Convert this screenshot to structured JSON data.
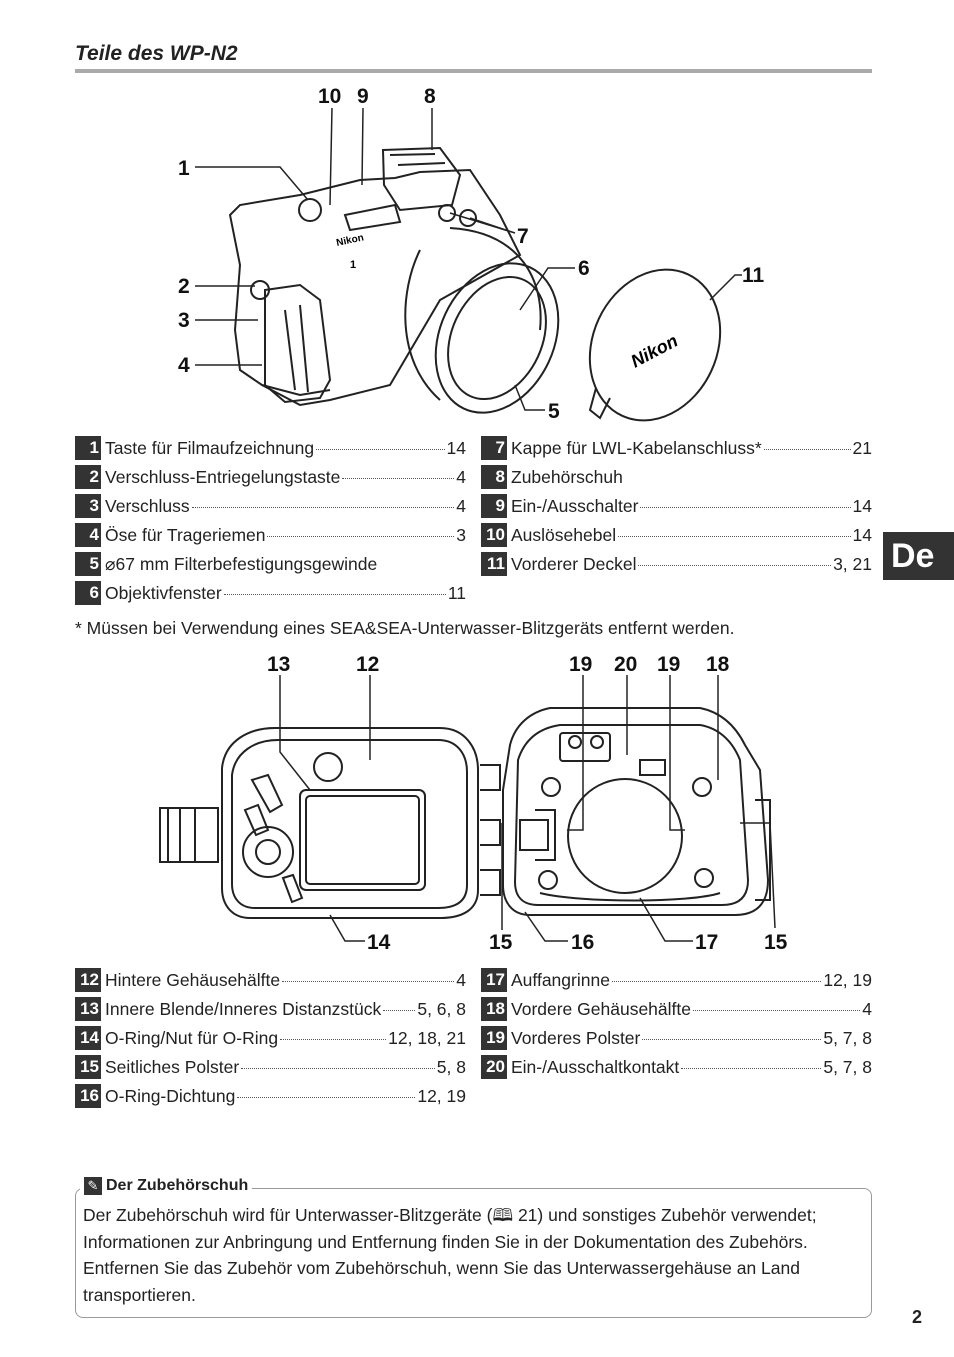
{
  "section_title": "Teile des WP-N2",
  "language_tab": "De",
  "page_number": "2",
  "figure1_callouts": {
    "c1": "1",
    "c2": "2",
    "c3": "3",
    "c4": "4",
    "c5": "5",
    "c6": "6",
    "c7": "7",
    "c8": "8",
    "c9": "9",
    "c10": "10",
    "c11": "11",
    "brand": "Nikon",
    "brand_cap": "Nikon",
    "model": "1"
  },
  "parts_a_left": [
    {
      "num": "1",
      "label": "Taste für Filmaufzeichnung",
      "page": "14"
    },
    {
      "num": "2",
      "label": "Verschluss-Entriegelungstaste",
      "page": "4"
    },
    {
      "num": "3",
      "label": "Verschluss",
      "page": "4"
    },
    {
      "num": "4",
      "label": "Öse für Trageriemen",
      "page": "3"
    },
    {
      "num": "5",
      "label": "⌀67 mm Filterbefestigungsgewinde",
      "page": ""
    },
    {
      "num": "6",
      "label": "Objektivfenster",
      "page": "11"
    }
  ],
  "parts_a_right": [
    {
      "num": "7",
      "label": "Kappe für LWL-Kabelanschluss*",
      "page": "21"
    },
    {
      "num": "8",
      "label": "Zubehörschuh",
      "page": ""
    },
    {
      "num": "9",
      "label": "Ein-/Ausschalter",
      "page": "14"
    },
    {
      "num": "10",
      "label": "Auslösehebel",
      "page": "14"
    },
    {
      "num": "11",
      "label": "Vorderer Deckel",
      "page": "3, 21"
    }
  ],
  "footnote": "* Müssen bei Verwendung eines SEA&SEA-Unterwasser-Blitzgeräts entfernt werden.",
  "figure2_callouts": {
    "c13": "13",
    "c12": "12",
    "c19a": "19",
    "c20": "20",
    "c19b": "19",
    "c18": "18",
    "c14": "14",
    "c15a": "15",
    "c16": "16",
    "c17": "17",
    "c15b": "15"
  },
  "parts_b_left": [
    {
      "num": "12",
      "label": "Hintere Gehäusehälfte",
      "page": "4"
    },
    {
      "num": "13",
      "label": "Innere Blende/Inneres Distanzstück",
      "page": "5, 6, 8"
    },
    {
      "num": "14",
      "label": "O-Ring/Nut für O-Ring",
      "page": "12, 18, 21"
    },
    {
      "num": "15",
      "label": "Seitliches Polster",
      "page": "5, 8"
    },
    {
      "num": "16",
      "label": "O-Ring-Dichtung",
      "page": "12, 19"
    }
  ],
  "parts_b_right": [
    {
      "num": "17",
      "label": "Auffangrinne",
      "page": "12, 19"
    },
    {
      "num": "18",
      "label": "Vordere Gehäusehälfte",
      "page": "4"
    },
    {
      "num": "19",
      "label": "Vorderes Polster",
      "page": "5, 7, 8"
    },
    {
      "num": "20",
      "label": "Ein-/Ausschaltkontakt",
      "page": "5, 7, 8"
    }
  ],
  "note": {
    "icon": "pencil-note-icon",
    "title": "Der Zubehörschuh",
    "body": "Der Zubehörschuh wird für Unterwasser-Blitzgeräte (🕮 21) und sonstiges Zubehör verwendet; Informationen zur Anbringung und Entfernung finden Sie in der Dokumentation des Zubehörs. Entfernen Sie das Zubehör vom Zubehörschuh, wenn Sie das Unterwassergehäuse an Land transportieren."
  }
}
